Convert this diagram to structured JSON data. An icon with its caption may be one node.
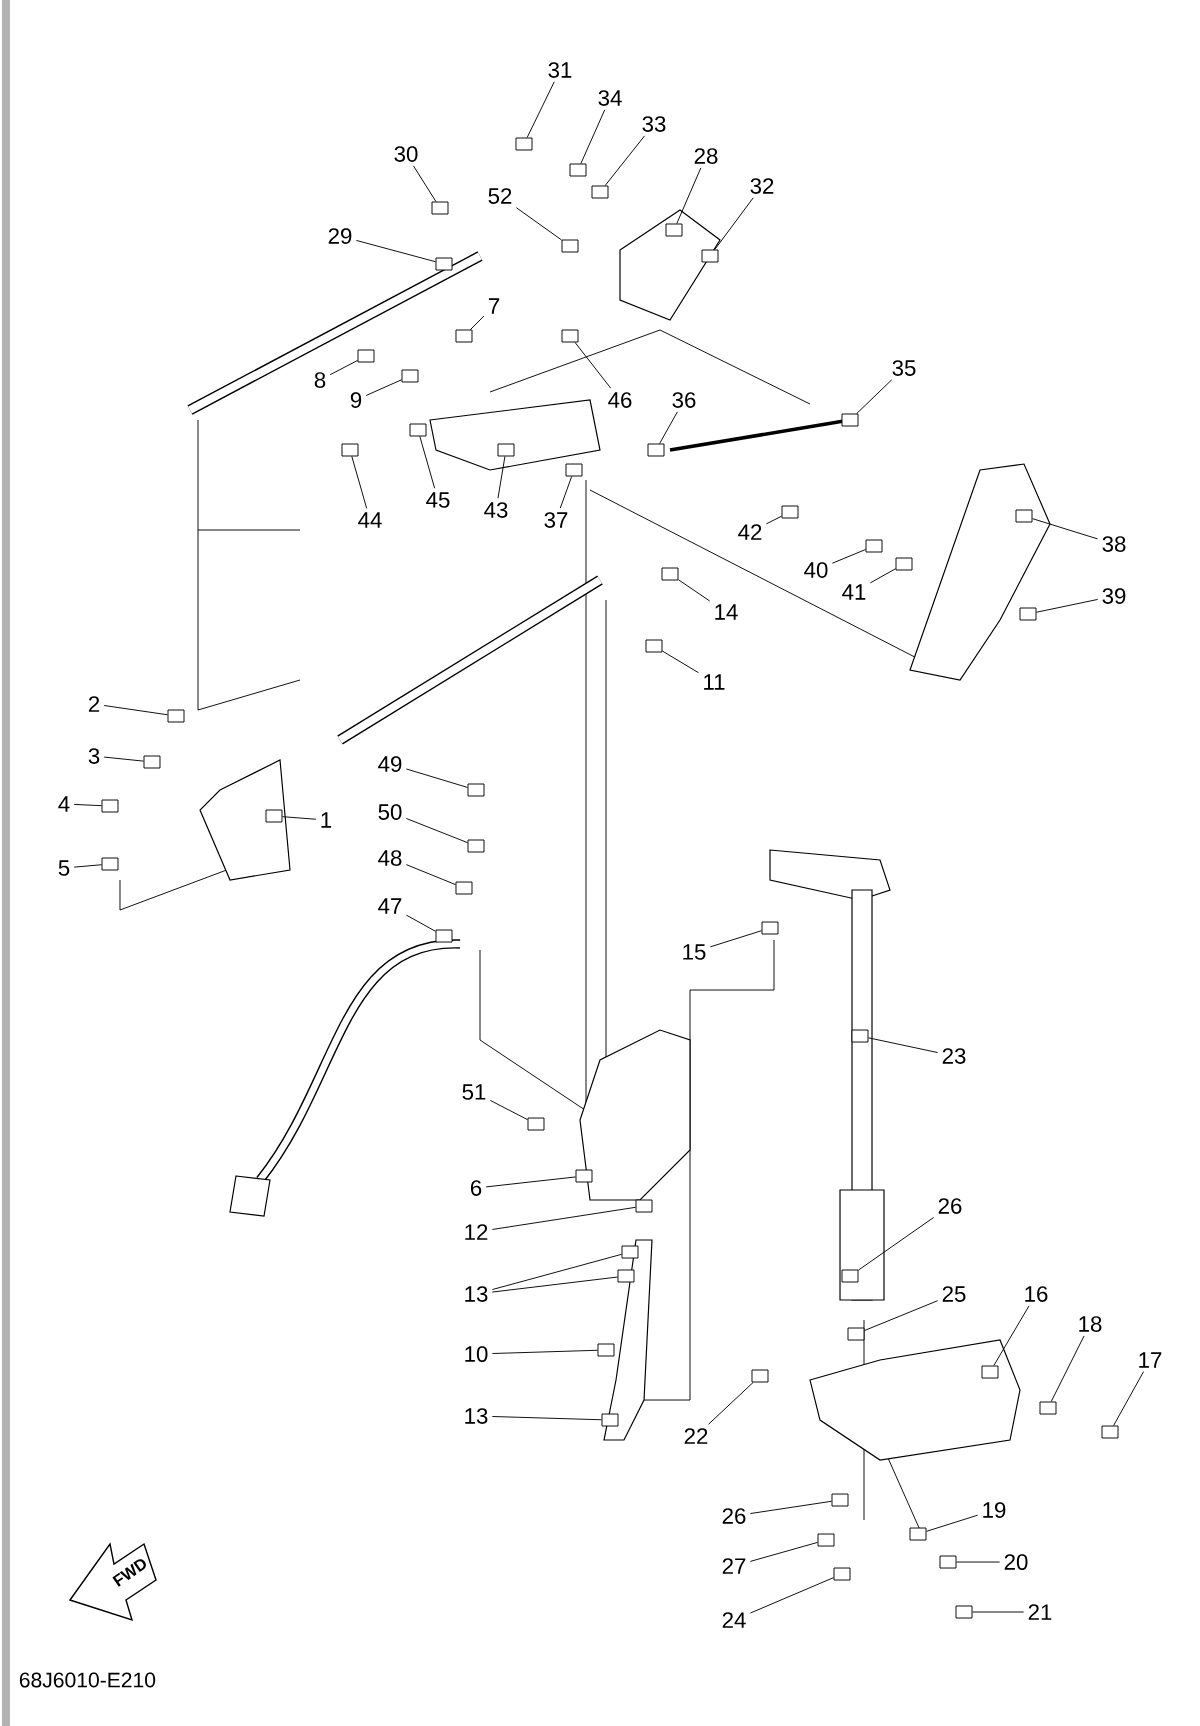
{
  "diagram": {
    "nodes": [
      {
        "text": [
          "31"
        ]
      },
      {
        "text": [
          "34"
        ]
      },
      {
        "text": [
          "33"
        ]
      },
      {
        "text": [
          "30"
        ]
      },
      {
        "text": [
          "28"
        ]
      },
      {
        "text": [
          "32"
        ]
      },
      {
        "text": [
          "52"
        ]
      },
      {
        "text": [
          "29"
        ]
      },
      {
        "text": [
          "7"
        ]
      },
      {
        "text": [
          "35"
        ]
      },
      {
        "text": [
          "8"
        ]
      },
      {
        "text": [
          "46"
        ]
      },
      {
        "text": [
          "36"
        ]
      },
      {
        "text": [
          "9"
        ]
      },
      {
        "text": [
          "45"
        ]
      },
      {
        "text": [
          "43"
        ]
      },
      {
        "text": [
          "44"
        ]
      },
      {
        "text": [
          "37"
        ]
      },
      {
        "text": [
          "42"
        ]
      },
      {
        "text": [
          "38"
        ]
      },
      {
        "text": [
          "40"
        ]
      },
      {
        "text": [
          "41"
        ]
      },
      {
        "text": [
          "39"
        ]
      },
      {
        "text": [
          "14"
        ]
      },
      {
        "text": [
          "11"
        ]
      },
      {
        "text": [
          "2"
        ]
      },
      {
        "text": [
          "3"
        ]
      },
      {
        "text": [
          "49"
        ]
      },
      {
        "text": [
          "4"
        ]
      },
      {
        "text": [
          "50"
        ]
      },
      {
        "text": [
          "1"
        ]
      },
      {
        "text": [
          "48"
        ]
      },
      {
        "text": [
          "5"
        ]
      },
      {
        "text": [
          "47"
        ]
      },
      {
        "text": [
          "15"
        ]
      },
      {
        "text": [
          "23"
        ]
      },
      {
        "text": [
          "51"
        ]
      },
      {
        "text": [
          "6"
        ]
      },
      {
        "text": [
          "26"
        ]
      },
      {
        "text": [
          "12"
        ]
      },
      {
        "text": [
          "13"
        ]
      },
      {
        "text": [
          "16"
        ]
      },
      {
        "text": [
          "25"
        ]
      },
      {
        "text": [
          "18"
        ]
      },
      {
        "text": [
          "10"
        ]
      },
      {
        "text": [
          "17"
        ]
      },
      {
        "text": [
          "13"
        ]
      },
      {
        "text": [
          "22"
        ]
      },
      {
        "text": [
          "19"
        ]
      },
      {
        "text": [
          "26"
        ]
      },
      {
        "text": [
          "20"
        ]
      },
      {
        "text": [
          "27"
        ]
      },
      {
        "text": [
          "21"
        ]
      },
      {
        "text": [
          "24"
        ]
      },
      {
        "text": [],
        "shape": "box"
      },
      {
        "text": [],
        "shape": "box"
      },
      {
        "text": [],
        "shape": "box"
      },
      {
        "text": [],
        "shape": "box"
      },
      {
        "text": [],
        "shape": "box"
      },
      {
        "text": [],
        "shape": "box"
      },
      {
        "text": [],
        "shape": "box"
      },
      {
        "text": [],
        "shape": "box"
      },
      {
        "text": [],
        "shape": "box"
      },
      {
        "text": [],
        "shape": "box"
      },
      {
        "text": [],
        "shape": "box"
      },
      {
        "text": [],
        "shape": "box"
      },
      {
        "text": [],
        "shape": "box"
      },
      {
        "text": [],
        "shape": "box"
      },
      {
        "text": [],
        "shape": "box"
      },
      {
        "text": [],
        "shape": "box"
      },
      {
        "text": [],
        "shape": "box"
      },
      {
        "text": [],
        "shape": "box"
      },
      {
        "text": [],
        "shape": "box"
      },
      {
        "text": [],
        "shape": "box"
      },
      {
        "text": [],
        "shape": "box"
      },
      {
        "text": [],
        "shape": "box"
      },
      {
        "text": [],
        "shape": "box"
      },
      {
        "text": [],
        "shape": "box"
      },
      {
        "text": [],
        "shape": "box"
      },
      {
        "text": [],
        "shape": "box"
      },
      {
        "text": [],
        "shape": "box"
      },
      {
        "text": [],
        "shape": "box"
      },
      {
        "text": [],
        "shape": "box"
      },
      {
        "text": [],
        "shape": "box"
      },
      {
        "text": [],
        "shape": "box"
      },
      {
        "text": [],
        "shape": "box"
      },
      {
        "text": [],
        "shape": "box"
      },
      {
        "text": [],
        "shape": "box"
      },
      {
        "text": [],
        "shape": "box"
      },
      {
        "text": [],
        "shape": "box"
      },
      {
        "text": [],
        "shape": "box"
      },
      {
        "text": [],
        "shape": "box"
      },
      {
        "text": [],
        "shape": "box"
      },
      {
        "text": [],
        "shape": "box"
      },
      {
        "text": [],
        "shape": "box"
      },
      {
        "text": [],
        "shape": "box"
      },
      {
        "text": [],
        "shape": "box"
      },
      {
        "text": [],
        "shape": "box"
      },
      {
        "text": [],
        "shape": "box"
      },
      {
        "text": [],
        "shape": "box"
      },
      {
        "text": [],
        "shape": "box"
      },
      {
        "text": [],
        "shape": "box"
      },
      {
        "text": [],
        "shape": "box"
      },
      {
        "text": [],
        "shape": "box"
      },
      {
        "text": [],
        "shape": "box"
      },
      {
        "text": [],
        "shape": "box"
      },
      {
        "text": [],
        "shape": "box"
      },
      {
        "text": [],
        "shape": "box"
      },
      {
        "text": [],
        "shape": "box"
      }
    ],
    "edges": [
      {
        "from": 0,
        "to": 54,
        "arrow": "none"
      },
      {
        "from": 1,
        "to": 55,
        "arrow": "none"
      },
      {
        "from": 2,
        "to": 56,
        "arrow": "none"
      },
      {
        "from": 3,
        "to": 57,
        "arrow": "none"
      },
      {
        "from": 4,
        "to": 58,
        "arrow": "none"
      },
      {
        "from": 5,
        "to": 59,
        "arrow": "none"
      },
      {
        "from": 6,
        "to": 60,
        "arrow": "none"
      },
      {
        "from": 7,
        "to": 61,
        "arrow": "none"
      },
      {
        "from": 8,
        "to": 62,
        "arrow": "none"
      },
      {
        "from": 9,
        "to": 63,
        "arrow": "none"
      },
      {
        "from": 10,
        "to": 64,
        "arrow": "none"
      },
      {
        "from": 11,
        "to": 65,
        "arrow": "none"
      },
      {
        "from": 12,
        "to": 66,
        "arrow": "none"
      },
      {
        "from": 13,
        "to": 67,
        "arrow": "none"
      },
      {
        "from": 14,
        "to": 68,
        "arrow": "none"
      },
      {
        "from": 15,
        "to": 69,
        "arrow": "none"
      },
      {
        "from": 16,
        "to": 70,
        "arrow": "none"
      },
      {
        "from": 17,
        "to": 71,
        "arrow": "none"
      },
      {
        "from": 18,
        "to": 72,
        "arrow": "none"
      },
      {
        "from": 19,
        "to": 73,
        "arrow": "none"
      },
      {
        "from": 20,
        "to": 74,
        "arrow": "none"
      },
      {
        "from": 21,
        "to": 75,
        "arrow": "none"
      },
      {
        "from": 22,
        "to": 76,
        "arrow": "none"
      },
      {
        "from": 23,
        "to": 77,
        "arrow": "none"
      },
      {
        "from": 24,
        "to": 78,
        "arrow": "none"
      },
      {
        "from": 25,
        "to": 79,
        "arrow": "none"
      },
      {
        "from": 26,
        "to": 80,
        "arrow": "none"
      },
      {
        "from": 27,
        "to": 81,
        "arrow": "none"
      },
      {
        "from": 28,
        "to": 82,
        "arrow": "none"
      },
      {
        "from": 29,
        "to": 83,
        "arrow": "none"
      },
      {
        "from": 30,
        "to": 84,
        "arrow": "none"
      },
      {
        "from": 31,
        "to": 85,
        "arrow": "none"
      },
      {
        "from": 32,
        "to": 86,
        "arrow": "none"
      },
      {
        "from": 33,
        "to": 87,
        "arrow": "none"
      },
      {
        "from": 34,
        "to": 88,
        "arrow": "none"
      },
      {
        "from": 35,
        "to": 89,
        "arrow": "none"
      },
      {
        "from": 36,
        "to": 90,
        "arrow": "none"
      },
      {
        "from": 37,
        "to": 91,
        "arrow": "none"
      },
      {
        "from": 38,
        "to": 92,
        "arrow": "none"
      },
      {
        "from": 39,
        "to": 93,
        "arrow": "none"
      },
      {
        "from": 40,
        "to": 94,
        "arrow": "none"
      },
      {
        "from": 40,
        "to": 95,
        "arrow": "none"
      },
      {
        "from": 41,
        "to": 96,
        "arrow": "none"
      },
      {
        "from": 42,
        "to": 97,
        "arrow": "none"
      },
      {
        "from": 43,
        "to": 98,
        "arrow": "none"
      },
      {
        "from": 44,
        "to": 99,
        "arrow": "none"
      },
      {
        "from": 45,
        "to": 100,
        "arrow": "none"
      },
      {
        "from": 46,
        "to": 101,
        "arrow": "none"
      },
      {
        "from": 47,
        "to": 102,
        "arrow": "none"
      },
      {
        "from": 48,
        "to": 103,
        "arrow": "none"
      },
      {
        "from": 49,
        "to": 104,
        "arrow": "none"
      },
      {
        "from": 50,
        "to": 105,
        "arrow": "none"
      },
      {
        "from": 51,
        "to": 106,
        "arrow": "none"
      },
      {
        "from": 52,
        "to": 107,
        "arrow": "none"
      },
      {
        "from": 53,
        "to": 108,
        "arrow": "none"
      }
    ],
    "labels": [
      "FWD",
      "68J6010-E210"
    ]
  }
}
